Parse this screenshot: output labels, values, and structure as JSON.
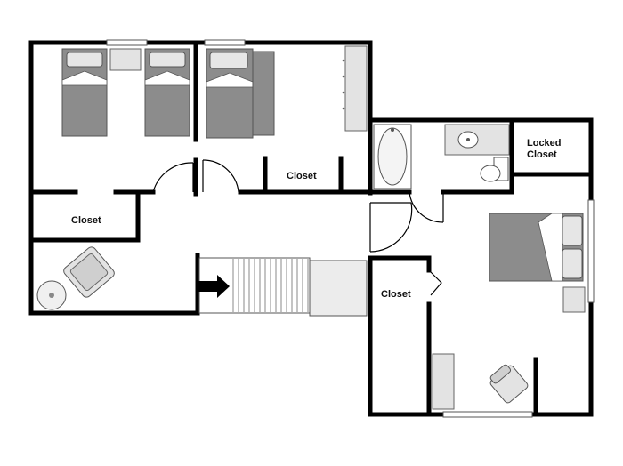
{
  "labels": {
    "closet_top_left": "Closet",
    "closet_top_middle": "Closet",
    "closet_right": "Closet",
    "locked_closet_line1": "Locked",
    "locked_closet_line2": "Closet"
  },
  "colors": {
    "wall": "#000000",
    "furniture_dark": "#8c8c8c",
    "furniture_light": "#e3e3e3",
    "outline": "#666666"
  },
  "icons": {
    "stair_direction": "arrow-right-icon"
  }
}
